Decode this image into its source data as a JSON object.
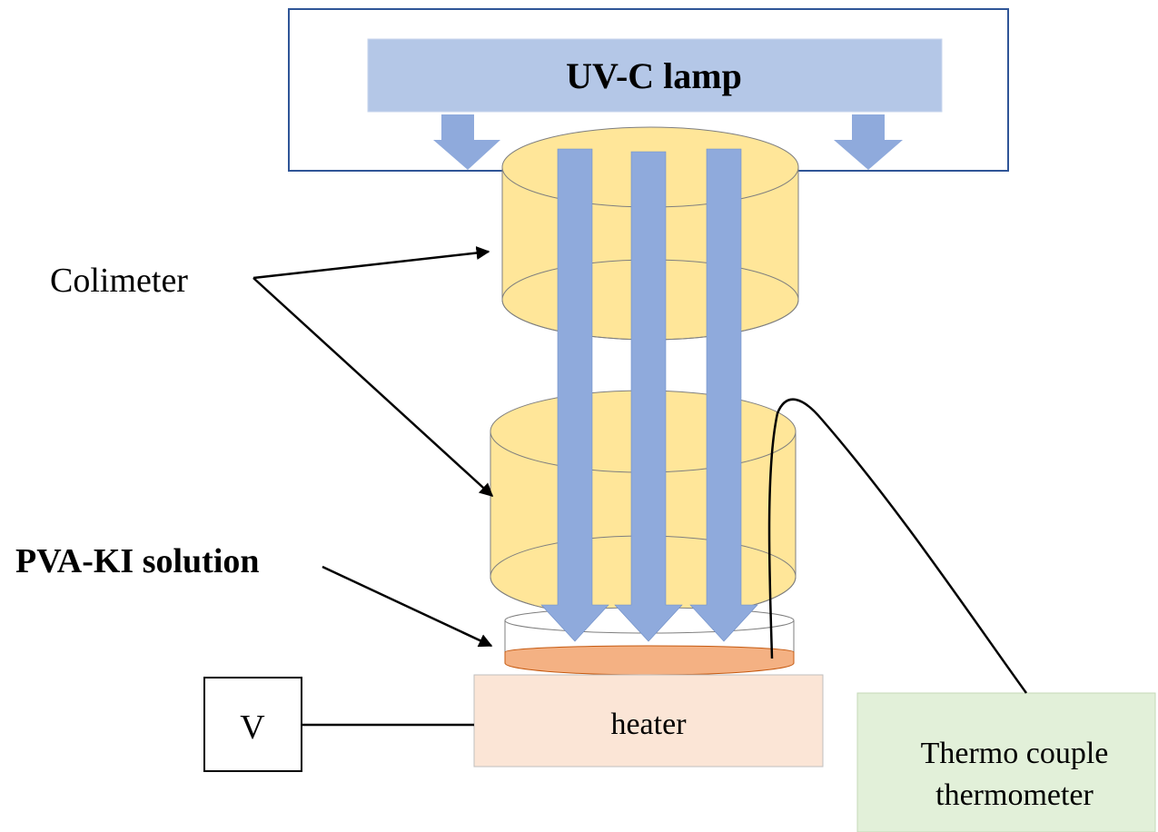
{
  "lamp": {
    "label": "UV-C lamp"
  },
  "labels": {
    "collimeter": "Colimeter",
    "solution": "PVA-KI solution",
    "heater": "heater",
    "voltage": "V",
    "thermo_line1": "Thermo couple",
    "thermo_line2": "thermometer"
  },
  "colors": {
    "lamp_box_border": "#2F5597",
    "lamp_fill": "#B4C7E7",
    "uv_arrow": "#8FAADC",
    "collimator_fill": "#FFE699",
    "collimator_stroke": "#7F7F7F",
    "solution_fill": "#F4B183",
    "heater_fill": "#FBE5D6",
    "thermometer_fill": "#E2F0D9"
  }
}
